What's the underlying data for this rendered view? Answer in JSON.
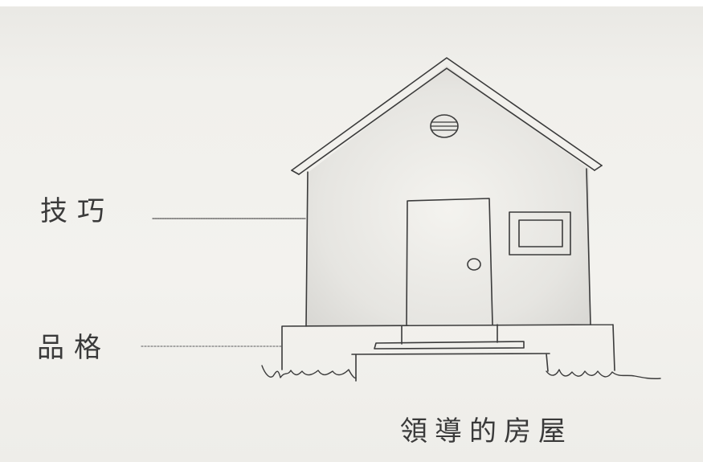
{
  "labels": {
    "upper": "技巧",
    "lower": "品格"
  },
  "caption": "領導的房屋",
  "colors": {
    "paper": "#f1f0ec",
    "ink": "#3a3a3a"
  }
}
